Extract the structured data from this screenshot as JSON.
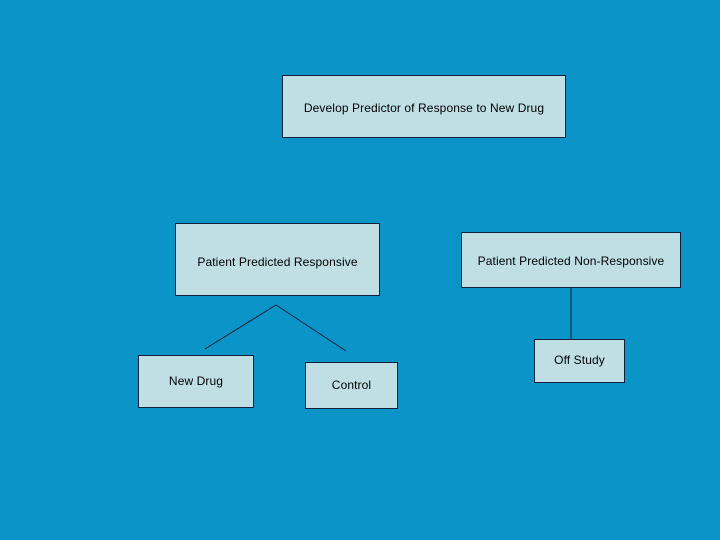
{
  "diagram": {
    "title_text": "Develop Predictor of Response to New Drug",
    "background_color": "#0a94c8",
    "node_fill_color": "#bfdfe4",
    "node_border_color": "#13203a",
    "connector_color": "#13203a",
    "nodes": [
      {
        "id": "develop-predictor",
        "label": "Develop Predictor of Response to New Drug"
      },
      {
        "id": "predicted-responsive",
        "label": "Patient Predicted Responsive"
      },
      {
        "id": "predicted-nonresponsive",
        "label": "Patient Predicted Non-Responsive"
      },
      {
        "id": "new-drug",
        "label": "New Drug"
      },
      {
        "id": "control",
        "label": "Control"
      },
      {
        "id": "off-study",
        "label": "Off Study"
      }
    ],
    "connectors": [
      {
        "id": "responsive-to-new-drug",
        "from": "predicted-responsive",
        "to": "new-drug"
      },
      {
        "id": "responsive-to-control",
        "from": "predicted-responsive",
        "to": "control"
      },
      {
        "id": "nonresponsive-to-off-study",
        "from": "predicted-nonresponsive",
        "to": "off-study"
      }
    ]
  }
}
